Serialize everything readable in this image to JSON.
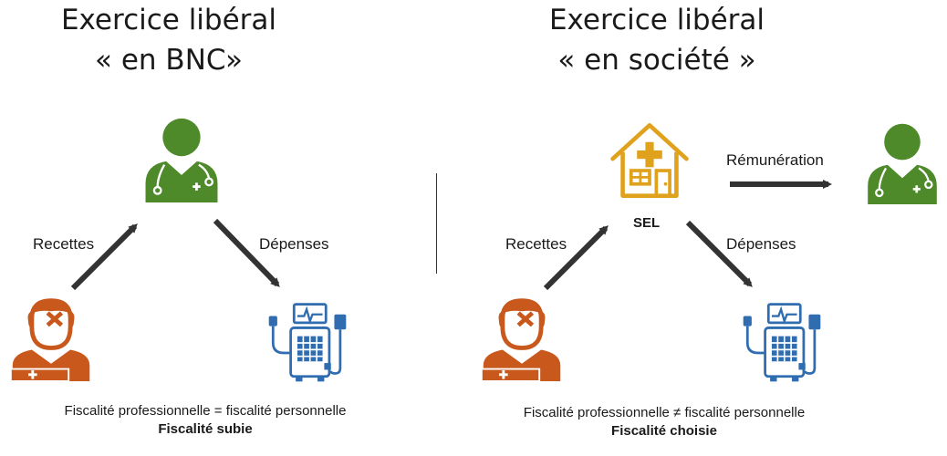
{
  "left": {
    "title_line1": "Exercice libéral",
    "title_line2": "« en BNC»",
    "label_income": "Recettes",
    "label_expense": "Dépenses",
    "caption_line1": "Fiscalité professionnelle = fiscalité personnelle",
    "caption_line2": "Fiscalité subie"
  },
  "right": {
    "title_line1": "Exercice libéral",
    "title_line2": "« en société »",
    "label_income": "Recettes",
    "label_expense": "Dépenses",
    "label_pay": "Rémunération",
    "entity_label": "SEL",
    "caption_line1": "Fiscalité professionnelle ≠ fiscalité personnelle",
    "caption_line2": "Fiscalité choisie"
  },
  "colors": {
    "doctor": "#4e8a2a",
    "patient": "#c8581c",
    "equipment": "#2f6db0",
    "building": "#e0a21c",
    "arrow": "#333333"
  },
  "icons": [
    "doctor-icon",
    "patient-icon",
    "medical-equipment-icon",
    "clinic-building-icon"
  ]
}
